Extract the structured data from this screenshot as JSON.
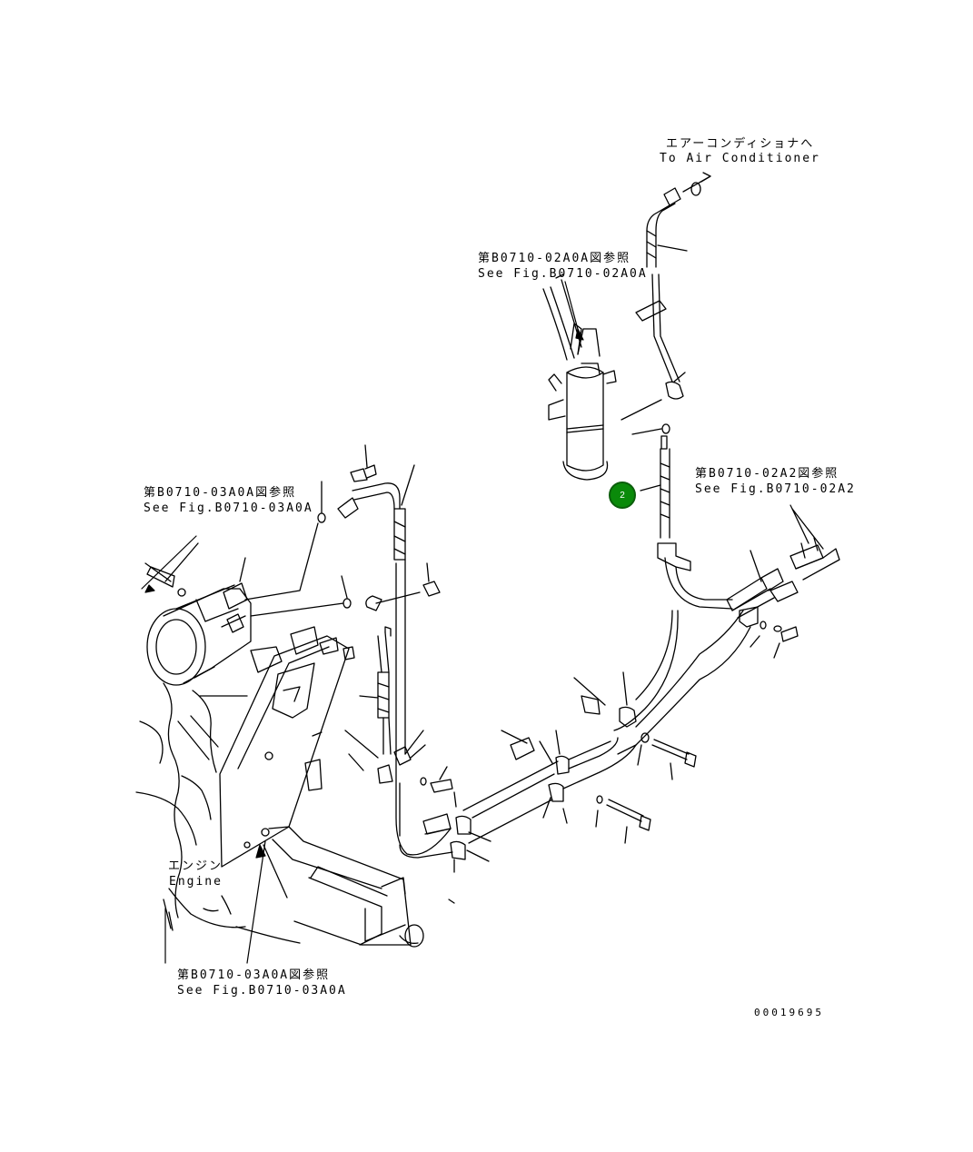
{
  "labels": {
    "air_conditioner": {
      "jp": "エアーコンディショナへ",
      "en": "To Air Conditioner"
    },
    "ref_receiver": {
      "jp": "第B0710-02A0A図参照",
      "en": "See Fig.B0710-02A0A"
    },
    "ref_compressor_top": {
      "jp": "第B0710-03A0A図参照",
      "en": "See Fig.B0710-03A0A"
    },
    "ref_hoses": {
      "jp": "第B0710-02A2図参照",
      "en": "See Fig.B0710-02A2"
    },
    "engine": {
      "jp": "エンジン",
      "en": "Engine"
    },
    "ref_compressor_bottom": {
      "jp": "第B0710-03A0A図参照",
      "en": "See Fig.B0710-03A0A"
    },
    "drawing_number": "00019695"
  },
  "callouts": [
    {
      "number": "2",
      "color": "#0a8a0a"
    }
  ]
}
